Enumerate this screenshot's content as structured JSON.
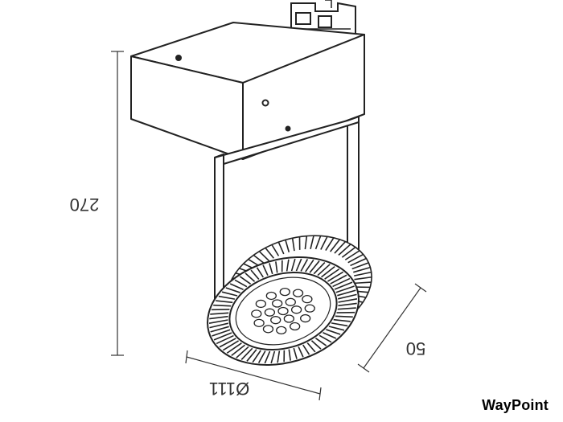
{
  "dimensions": {
    "height": "270",
    "depth": "50",
    "diameter": "Ø111"
  },
  "brand": "WayPoint",
  "colors": {
    "line": "#222222",
    "dim_line": "#333333",
    "background": "#ffffff"
  }
}
